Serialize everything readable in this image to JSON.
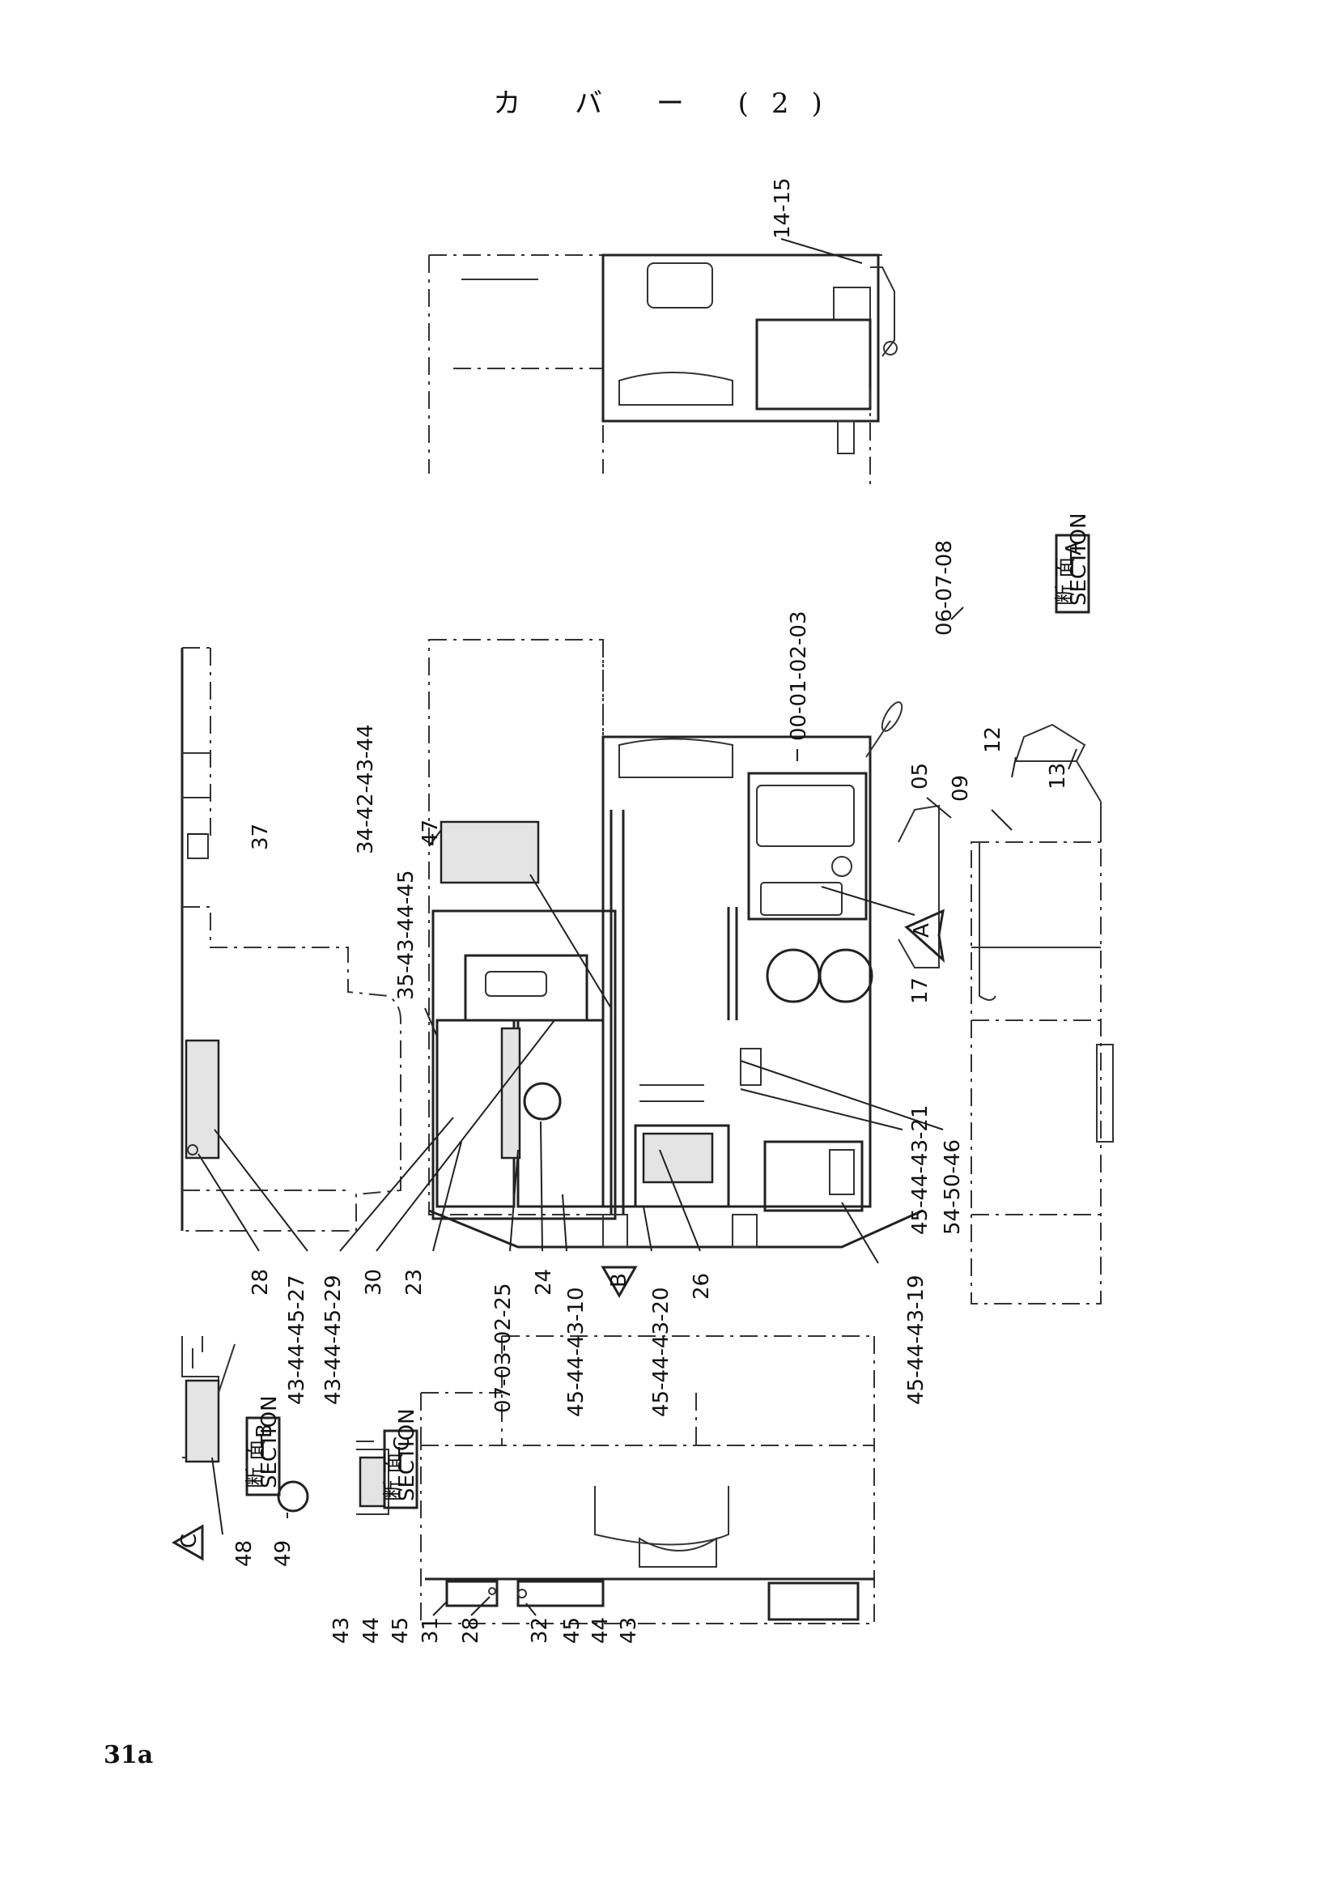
{
  "title": "カ バ ー (2)",
  "page_number": "31a",
  "labels": {
    "l_14_15": "14-15",
    "l_06_07_08": "06-07-08",
    "l_00_01_02_03": "00-01-02-03",
    "l_05": "05",
    "l_09": "09",
    "l_12": "12",
    "l_13": "13",
    "l_17": "17",
    "l_54_50_46": "54-50-46",
    "l_45_44_43_21": "45-44-43-21",
    "l_45_44_43_19": "45-44-43-19",
    "l_34_42_43_44": "34-42-43-44",
    "l_47": "47",
    "l_35_43_44_45": "35-43-44-45",
    "l_37": "37",
    "l_28": "28",
    "l_43_44_45_27": "43-44-45-27",
    "l_43_44_45_29": "43-44-45-29",
    "l_30": "30",
    "l_23": "23",
    "l_07_03_02_25": "07-03-02-25",
    "l_24": "24",
    "l_45_44_43_10": "45-44-43-10",
    "l_45_44_43_20": "45-44-43-20",
    "l_26": "26",
    "l_48": "48",
    "l_49": "49",
    "l_43": "43",
    "l_44": "44",
    "l_45": "45",
    "l_31": "31",
    "l_28b": "28",
    "l_32": "32",
    "l_45b": "45",
    "l_44b": "44",
    "l_43b": "43"
  },
  "sections": {
    "a_kanji": "断 面",
    "a_en": "SECTION",
    "a_letter": "A",
    "b_kanji": "断 面",
    "b_en": "SECTION",
    "b_letter": "B",
    "c_kanji": "断 面",
    "c_en": "SECTION",
    "c_letter": "C"
  },
  "view_markers": {
    "a": "A",
    "b": "B",
    "c": "C"
  }
}
